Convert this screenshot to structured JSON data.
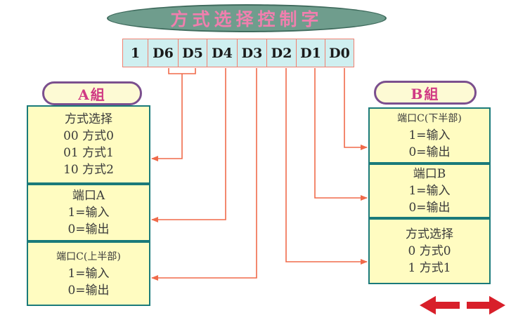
{
  "title": "方式选择控制字",
  "bits": [
    "1",
    "D6",
    "D5",
    "D4",
    "D3",
    "D2",
    "D1",
    "D0"
  ],
  "group_a": {
    "label": "A組",
    "sections": [
      {
        "lines": [
          "方式选择",
          "00 方式0",
          "01 方式1",
          "10 方式2"
        ]
      },
      {
        "lines": [
          "端口A",
          "1=输入",
          "0=输出"
        ]
      },
      {
        "lines": [
          "端口C(上半部)",
          "1=输入",
          "0=输出"
        ]
      }
    ]
  },
  "group_b": {
    "label": "B組",
    "sections": [
      {
        "lines": [
          "端口C(下半部)",
          "1=输入",
          "0=输出"
        ]
      },
      {
        "lines": [
          "端口B",
          "1=输入",
          "0=输出"
        ]
      },
      {
        "lines": [
          "方式选择",
          "0 方式0",
          "1 方式1"
        ]
      }
    ]
  },
  "colors": {
    "wire": "#f06a4a",
    "panel_bg": "#fffcc1",
    "panel_border": "#1a7a7a",
    "title_bg": "#6f9d8d",
    "title_text": "#f07fae",
    "bit_bg": "#cfeff0",
    "label_text": "#d03a84",
    "swap_arrow": "#d81f2a"
  },
  "icons": {
    "swap": "double-headed-arrow-icon"
  }
}
